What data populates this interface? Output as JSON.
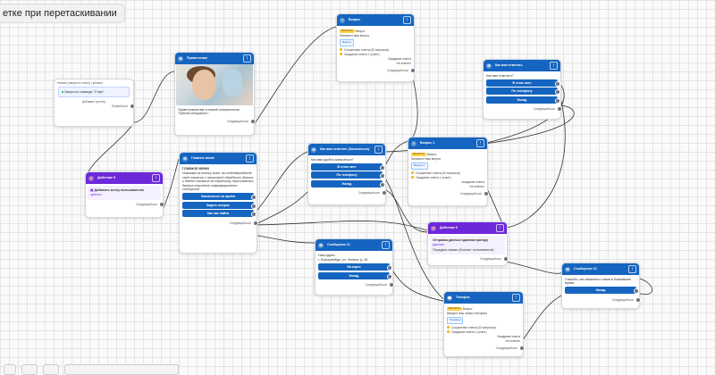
{
  "hint": "етке при перетаскивании",
  "nodes": {
    "start": {
      "header": "Начало (запуск по тексту / кнопке)",
      "label": "Запуск по команде \"Старт\"",
      "sub": "Добавить триггер",
      "next": "Первый шаг"
    },
    "welcome": {
      "title": "Приветствие",
      "text": "Приветствуем вас в нашей стоматологии \"Зубной специалист\"",
      "next": "Следующий шаг"
    },
    "action1": {
      "title": "Действие 5",
      "checkbox": "Добавить метку пользователю",
      "tag": "зубного",
      "next": "Следующий шаг"
    },
    "menu": {
      "title": "Главное меню",
      "heading": "ГЛАВНОЕ МЕНЮ",
      "text": "Нажимая на кнопку ниже, вы подтверждаете своё согласие с политикой обработки данных и даёте согласие на обработку персональных данных получение информационных сообщений",
      "buttons": [
        "Записаться на приём",
        "Задать вопрос",
        "Как нас найти"
      ],
      "next": "Следующий шаг"
    },
    "q1": {
      "title": "Вопрос",
      "badge": "ВОПРОС",
      "label": "Вопрос",
      "sub": "Напишите ваш вопрос",
      "check": "Вопрос",
      "row1": "Сохранение ответа (20 вопросов)",
      "row2": "Ожидание ответа 1 (ответ)",
      "out1": "Ожидание ответа",
      "out2": "Не ответил",
      "next": "Следующий шаг"
    },
    "contact1": {
      "title": "Как вам ответить (Записаться)",
      "text": "Как вам удобно записаться?",
      "buttons": [
        "В этом чате",
        "По телефону",
        "Назад"
      ],
      "next": "Следующий шаг"
    },
    "contact2": {
      "title": "Как вам ответить",
      "text": "Как вам ответить?",
      "buttons": [
        "В этом чате",
        "По телефону",
        "Назад"
      ],
      "next": "Следующий шаг"
    },
    "q2": {
      "title": "Вопрос 1",
      "badge": "ВОПРОС",
      "label": "Вопрос",
      "sub": "Напишите ваш вопрос",
      "check": "Вопрос 1",
      "row1": "Сохранение ответа (20 вопросов)",
      "row2": "Ожидание ответа 1 (ответ)",
      "out1": "Ожидание ответа",
      "out2": "Не ответил",
      "next": "Следующий шаг"
    },
    "msg12": {
      "title": "Сообщение 12",
      "text1": "Наш адрес:",
      "text2": "г. Екатеринбург, ул. Ленина, д. 45",
      "buttons": [
        "На карте",
        "Назад"
      ],
      "next": "Следующий шаг"
    },
    "action6": {
      "title": "Действие 6",
      "label": "Отправка данных администратору",
      "tag": "Данные",
      "sub": "Передача заявки (Контакт пользователя)",
      "next": "Следующий шаг"
    },
    "phone": {
      "title": "Телефон",
      "badge": "ВОПРОС",
      "label": "Вопрос",
      "sub": "Введите ваш номер телефона",
      "check": "Телефон",
      "row1": "Сохранение ответа (20 вопросов)",
      "row2": "Ожидание ответа 1 (ответ)",
      "out1": "Ожидание ответа",
      "out2": "Не ответил",
      "next": "Следующий шаг"
    },
    "msg13": {
      "title": "Сообщение 13",
      "text": "Спасибо, мы свяжемся с вами в ближайшее время",
      "buttons": [
        "Назад"
      ],
      "next": "Следующий шаг"
    }
  },
  "colors": {
    "header": "#1565c0",
    "action": "#6d28d9",
    "canvas": "#fafafa"
  }
}
